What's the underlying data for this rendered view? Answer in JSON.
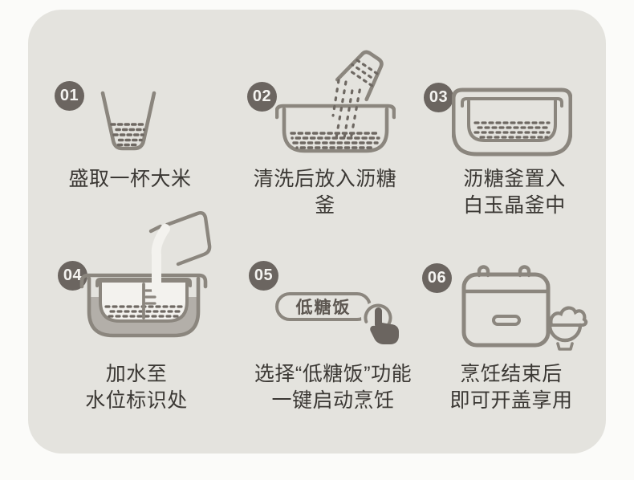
{
  "page": {
    "background": "#fbfbf9",
    "card_background": "#e4e3de"
  },
  "colors": {
    "outline_gray": "#8b867e",
    "dark_gray": "#6e6862",
    "water_gray": "#b3afa9",
    "badge_bg": "#6b6560",
    "badge_text": "#f5f4f1",
    "caption_text": "#3b3834",
    "white_fill": "#f3f2ee"
  },
  "steps": [
    {
      "number": "01",
      "caption": "盛取一杯大米",
      "icon": "rice-measuring-cup-icon"
    },
    {
      "number": "02",
      "caption": "清洗后放入沥糖釜",
      "icon": "pour-rice-into-pot-icon"
    },
    {
      "number": "03",
      "caption": "沥糖釜置入\n白玉晶釜中",
      "icon": "inner-pot-into-outer-pot-icon"
    },
    {
      "number": "04",
      "caption": "加水至\n水位标识处",
      "icon": "add-water-to-level-icon"
    },
    {
      "number": "05",
      "caption": "选择“低糖饭”功能\n一键启动烹饪",
      "icon": "press-low-sugar-button-icon",
      "button_label": "低糖饭"
    },
    {
      "number": "06",
      "caption": "烹饪结束后\n即可开盖享用",
      "icon": "rice-cooker-and-bowl-icon"
    }
  ]
}
